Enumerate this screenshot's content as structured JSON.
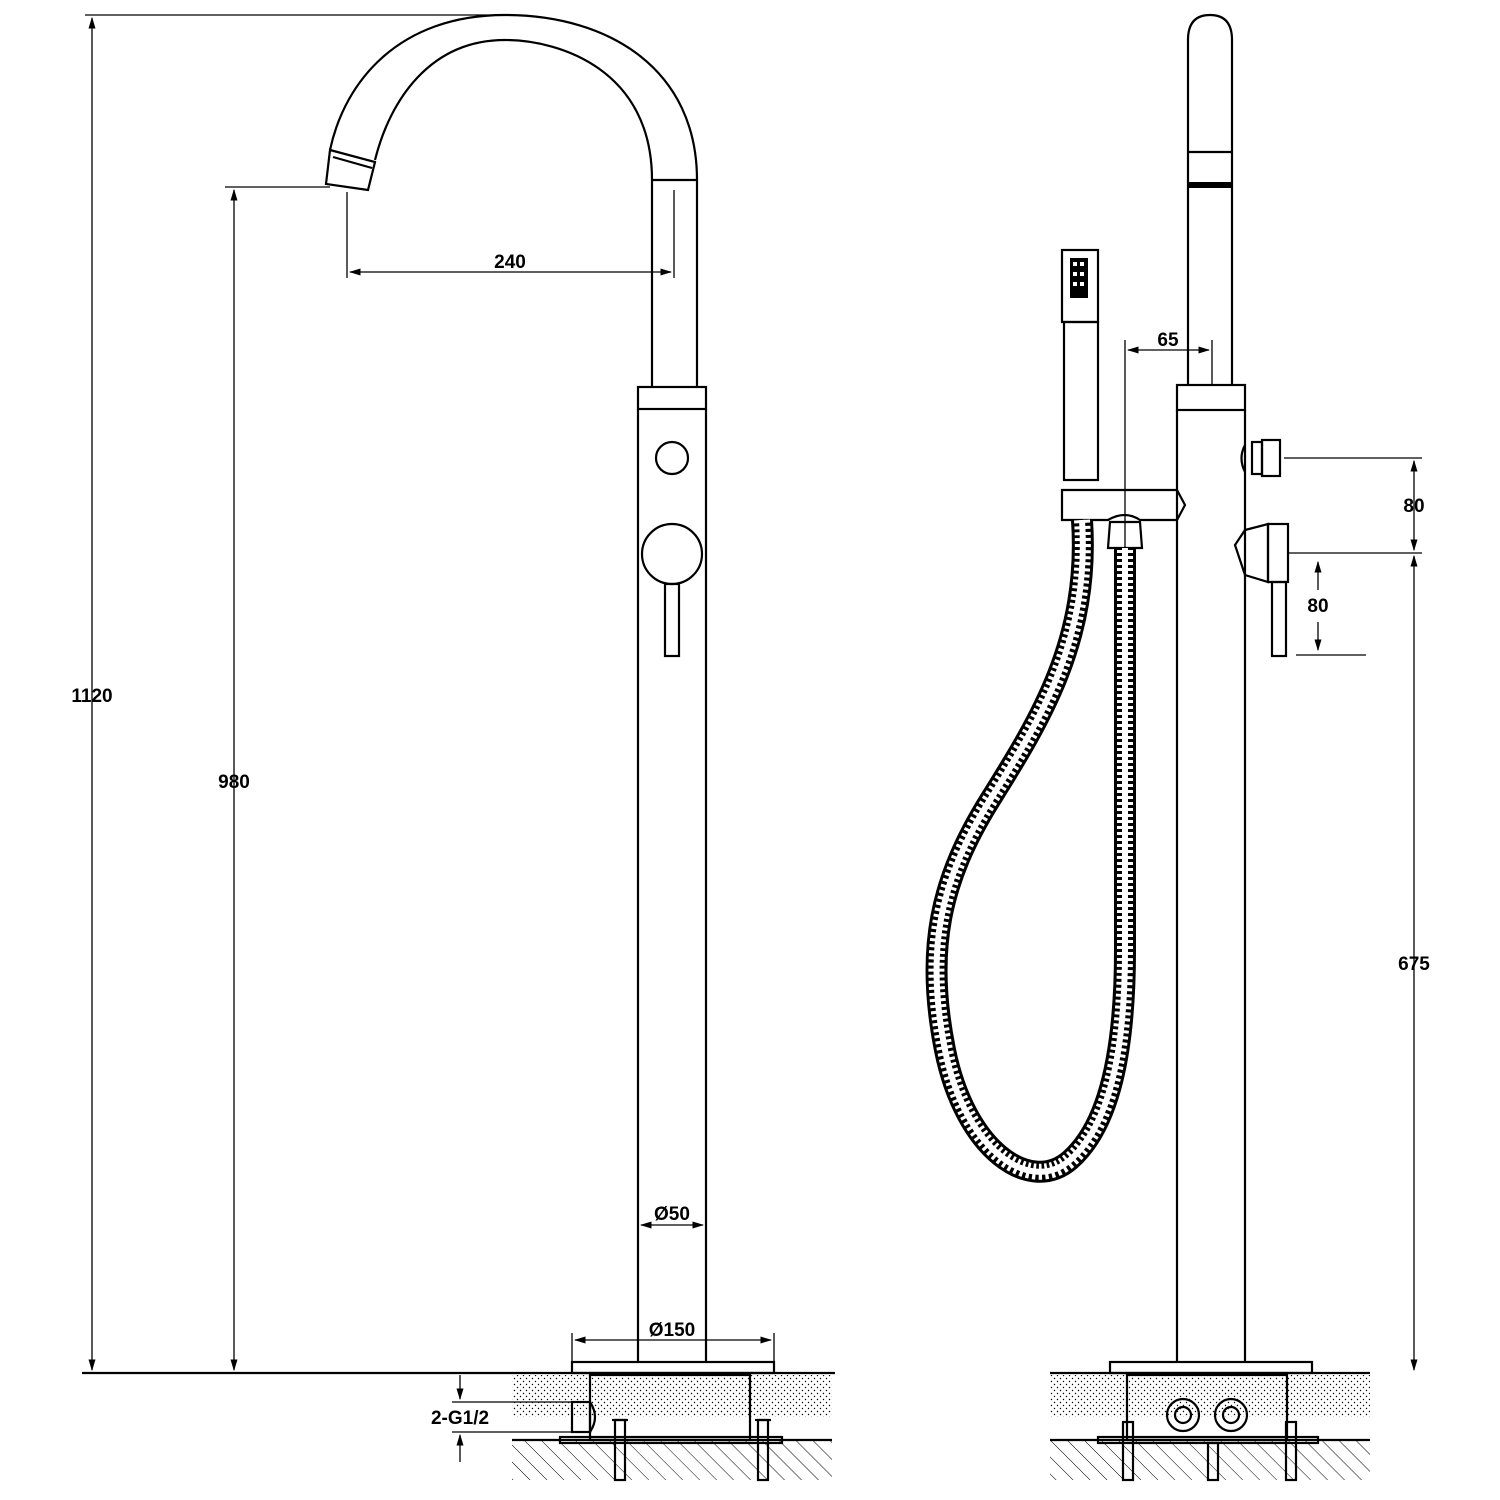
{
  "front_view": {
    "dimensions": {
      "total_height": "1120",
      "spout_height": "980",
      "spout_reach": "240",
      "column_diameter": "Ø50",
      "base_diameter": "Ø150",
      "inlet_connections": "2-G1/2"
    }
  },
  "side_view": {
    "dimensions": {
      "hand_shower_offset": "65",
      "diverter_spacing": "80",
      "lever_travel": "80",
      "lever_height": "675"
    }
  }
}
